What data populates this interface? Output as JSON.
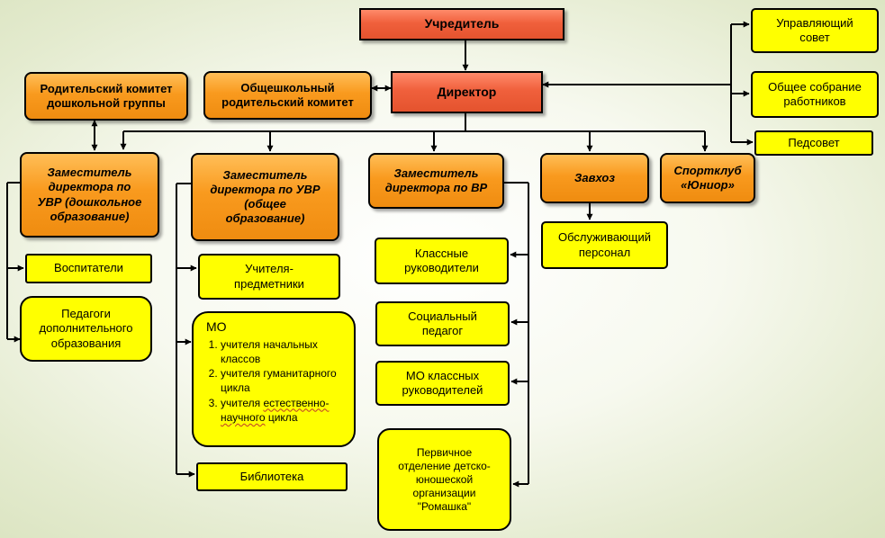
{
  "nodes": {
    "founder": "Учредитель",
    "director": "Директор",
    "board": "Управляющий\nсовет",
    "staff_meeting": "Общее собрание\nработников",
    "ped_council": "Педсовет",
    "preschool_parents": "Родительский комитет\nдошкольной группы",
    "school_parents": "Общешкольный\nродительский комитет",
    "deputy_preschool": "Заместитель\nдиректора по\nУВР (дошкольное\nобразование)",
    "deputy_general": "Заместитель\nдиректора по УВР\n(общее\nобразование)",
    "deputy_vr": "Заместитель\nдиректора по ВР",
    "caretaker": "Завхоз",
    "sportclub": "Спортклуб\n«Юниор»",
    "service_staff": "Обслуживающий\nперсонал",
    "educators": "Воспитатели",
    "add_ed_teachers": "Педагоги\nдополнительного\nобразования",
    "subject_teachers": "Учителя-\nпредметники",
    "library": "Библиотека",
    "class_teachers": "Классные\nруководители",
    "social_pedagogue": "Социальный\nпедагог",
    "mo_class_teachers": "МО классных\nруководителей",
    "youth_org": "Первичное\nотделение детско-\nюношеской\nорганизации\n\"Ромашка\""
  },
  "mo_group": {
    "title": "МО",
    "items": [
      "учителя начальных классов",
      "учителя гуманитарного цикла"
    ],
    "item3_prefix": "учителя ",
    "item3_squiggle": "естественно-научного",
    "item3_suffix": " цикла"
  },
  "colors": {
    "red": "#f0603c",
    "orange": "#f99a1e",
    "yellow": "#ffff00",
    "line": "#000000"
  }
}
